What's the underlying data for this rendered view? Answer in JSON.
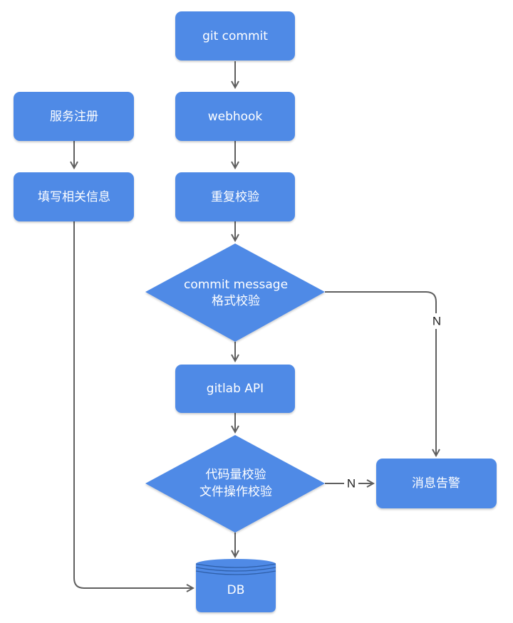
{
  "colors": {
    "node_fill": "#4f8ae6",
    "node_fill_dark": "#4680dc",
    "edge": "#5f5f5f",
    "text": "#ffffff",
    "label_text": "#222222"
  },
  "nodes": {
    "git_commit": "git commit",
    "webhook": "webhook",
    "repeat_check": "重复校验",
    "message_check": [
      "commit message",
      "格式校验"
    ],
    "gitlab_api": "gitlab API",
    "code_check": [
      "代码量校验",
      "文件操作校验"
    ],
    "db": "DB",
    "alert": "消息告警",
    "service_register": "服务注册",
    "fill_info": "填写相关信息"
  },
  "edge_labels": {
    "message_no": "N",
    "code_no": "N"
  }
}
